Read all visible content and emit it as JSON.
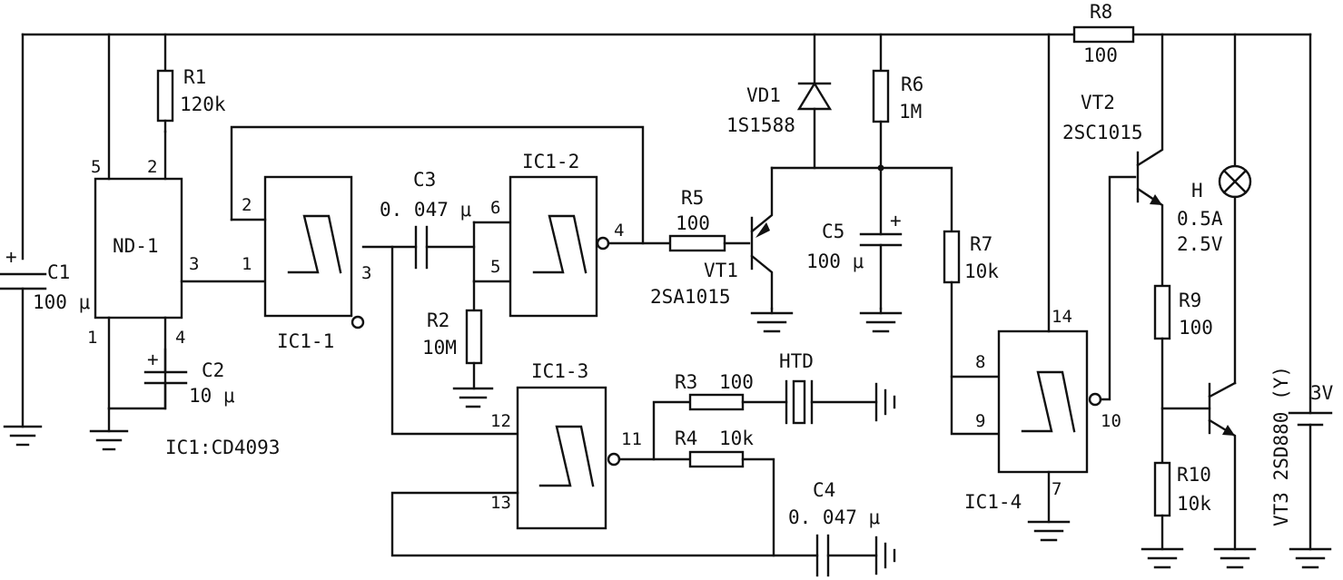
{
  "components": {
    "r1": {
      "ref": "R1",
      "value": "120k"
    },
    "r2": {
      "ref": "R2",
      "value": "10M"
    },
    "r3": {
      "ref": "R3",
      "value": "100"
    },
    "r4": {
      "ref": "R4",
      "value": "10k"
    },
    "r5": {
      "ref": "R5",
      "value": "100"
    },
    "r6": {
      "ref": "R6",
      "value": "1M"
    },
    "r7": {
      "ref": "R7",
      "value": "10k"
    },
    "r8": {
      "ref": "R8",
      "value": "100"
    },
    "r9": {
      "ref": "R9",
      "value": "100"
    },
    "r10": {
      "ref": "R10",
      "value": "10k"
    },
    "c1": {
      "ref": "C1",
      "value": "100 μ"
    },
    "c2": {
      "ref": "C2",
      "value": "10 μ"
    },
    "c3": {
      "ref": "C3",
      "value": "0. 047 μ"
    },
    "c4": {
      "ref": "C4",
      "value": "0. 047 μ"
    },
    "c5": {
      "ref": "C5",
      "value": "100 μ"
    },
    "vd1": {
      "ref": "VD1",
      "value": "1S1588"
    },
    "vt1": {
      "ref": "VT1",
      "value": "2SA1015"
    },
    "vt2": {
      "ref": "VT2",
      "value": "2SC1015"
    },
    "vt3": {
      "ref": "VT3",
      "value": "2SD880 (Y)"
    },
    "lamp": {
      "ref": "H",
      "rating1": "0.5A",
      "rating2": "2.5V"
    },
    "htd": {
      "ref": "HTD"
    },
    "battery": {
      "value": "3V"
    },
    "nd1": {
      "ref": "ND-1"
    },
    "ic11": {
      "ref": "IC1-1"
    },
    "ic12": {
      "ref": "IC1-2"
    },
    "ic13": {
      "ref": "IC1-3"
    },
    "ic14": {
      "ref": "IC1-4"
    }
  },
  "note": "IC1:CD4093",
  "pins": {
    "nd1": [
      "5",
      "2",
      "3",
      "4",
      "1"
    ],
    "ic11": [
      "2",
      "1",
      "3"
    ],
    "ic12": [
      "6",
      "5",
      "4"
    ],
    "ic13": [
      "12",
      "13",
      "11"
    ],
    "ic14": [
      "8",
      "9",
      "10",
      "14",
      "7"
    ]
  },
  "plus_sign": "+"
}
